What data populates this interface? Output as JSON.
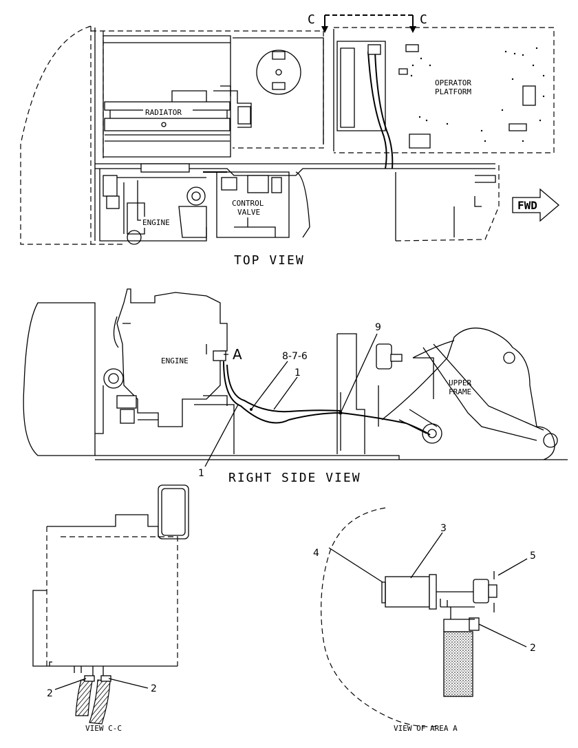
{
  "views": {
    "top_view": {
      "title": "TOP VIEW",
      "section_marker": "C",
      "fwd_label": "FWD",
      "labels": {
        "operator_platform_line1": "OPERATOR",
        "operator_platform_line2": "PLATFORM",
        "radiator": "RADIATOR",
        "engine": "ENGINE",
        "control_valve_line1": "CONTROL",
        "control_valve_line2": "VALVE"
      }
    },
    "right_side_view": {
      "title": "RIGHT SIDE VIEW",
      "labels": {
        "engine": "ENGINE",
        "upper_frame_line1": "UPPER",
        "upper_frame_line2": "FRAME",
        "area_marker": "A"
      },
      "callouts": {
        "c_8_7_6": "8-7-6",
        "c_1_upper": "1",
        "c_9": "9",
        "c_1_lower": "1"
      }
    },
    "view_c_c": {
      "title": "VIEW C-C",
      "callouts": {
        "left": "2",
        "right": "2"
      }
    },
    "view_area_a": {
      "title": "VIEW OF AREA A",
      "callouts": {
        "c4": "4",
        "c3": "3",
        "c5": "5",
        "c2": "2"
      }
    }
  }
}
